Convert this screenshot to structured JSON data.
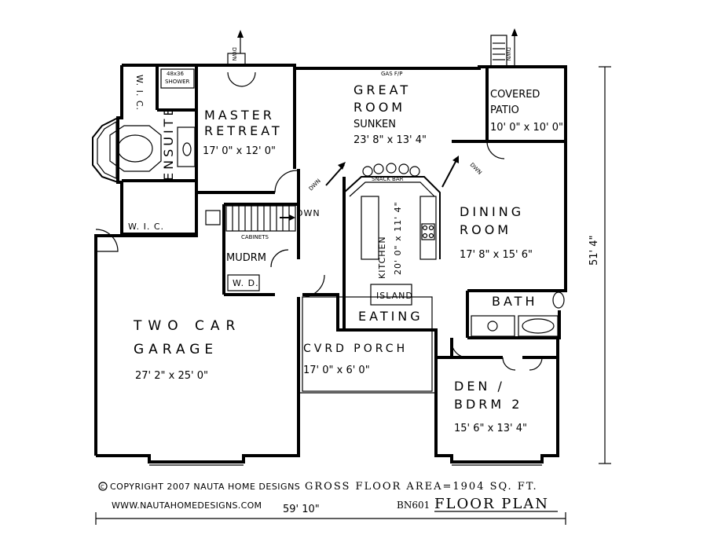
{
  "rooms": {
    "great_room": {
      "line1": "GREAT",
      "line2": "ROOM",
      "sub": "SUNKEN",
      "dim": "23' 8\" x 13' 4\""
    },
    "gas_fp": "GAS F/P",
    "master": {
      "line1": "MASTER",
      "line2": "RETREAT",
      "dim": "17' 0\" x 12' 0\""
    },
    "wic_top": "W. I. C.",
    "wic_bottom": "W. I. C.",
    "ensuite": "ENSUITE",
    "shower": {
      "size": "48x36",
      "label": "SHOWER"
    },
    "covered_patio": {
      "line1": "COVERED",
      "line2": "PATIO",
      "dim": "10' 0\" x 10' 0\""
    },
    "dining": {
      "line1": "DINING",
      "line2": "ROOM",
      "dim": "17' 8\" x 15' 6\""
    },
    "kitchen": {
      "label": "KITCHEN",
      "dim": "20' 0\" x 11' 4\"",
      "snack_bar": "SNACK BAR",
      "island": "ISLAND",
      "eating": "EATING"
    },
    "mudroom": "MUDRM",
    "cabinets": "CABINETS",
    "wd": "W. D.",
    "bath": "BATH",
    "garage": {
      "line1": "TWO CAR",
      "line2": "GARAGE",
      "dim": "27' 2\" x 25' 0\""
    },
    "porch": {
      "label": "CVRD PORCH",
      "dim": "17' 0\" x 6' 0\""
    },
    "den": {
      "line1": "DEN /",
      "line2": "BDRM 2",
      "dim": "15' 6\" x 13' 4\""
    }
  },
  "stairs": {
    "dwn_top_left": "DWN",
    "dwn_top_right": "DWN",
    "dwn_hall": "DWN",
    "dwn_main": "DWN",
    "dwn_dining": "DWN"
  },
  "dimensions": {
    "overall_width": "59' 10\"",
    "overall_depth": "51' 4\""
  },
  "footer": {
    "copyright": "COPYRIGHT 2007 NAUTA HOME DESIGNS",
    "gross_area": "GROSS FLOOR AREA=1904 SQ. FT.",
    "website": "WWW.NAUTAHOMEDESIGNS.COM",
    "plan_code": "BN601",
    "plan_title": "FLOOR PLAN"
  }
}
